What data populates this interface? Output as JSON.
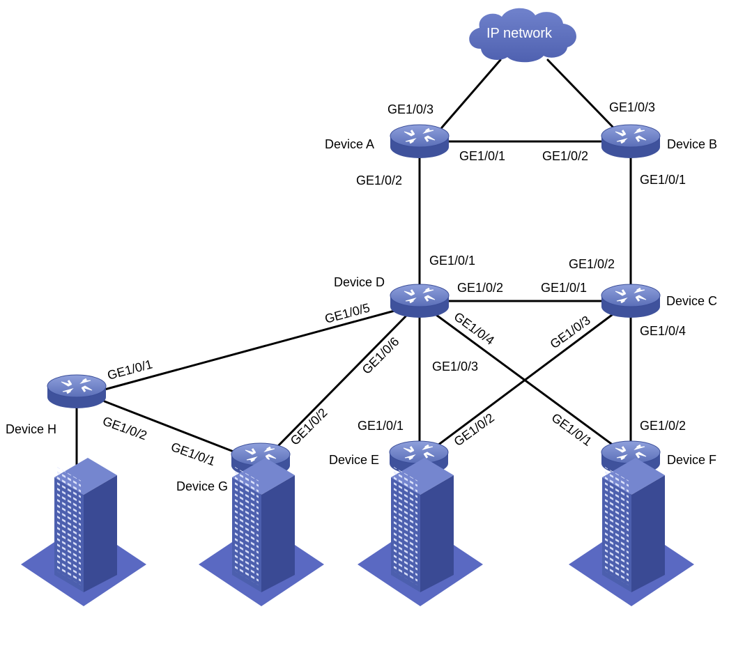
{
  "cloud": {
    "label": "IP network"
  },
  "devices": {
    "a": "Device A",
    "b": "Device B",
    "c": "Device C",
    "d": "Device D",
    "e": "Device E",
    "f": "Device F",
    "g": "Device G",
    "h": "Device H"
  },
  "ports": {
    "a_up": "GE1/0/3",
    "b_up": "GE1/0/3",
    "a_to_b": "GE1/0/1",
    "b_to_a": "GE1/0/2",
    "a_down": "GE1/0/2",
    "b_down": "GE1/0/1",
    "d_up": "GE1/0/1",
    "c_up": "GE1/0/2",
    "d_to_c": "GE1/0/2",
    "c_to_d": "GE1/0/1",
    "d_to_h": "GE1/0/5",
    "d_to_g": "GE1/0/6",
    "d_to_f": "GE1/0/4",
    "d_to_e": "GE1/0/3",
    "c_to_e": "GE1/0/3",
    "c_to_f": "GE1/0/4",
    "h_to_d": "GE1/0/1",
    "h_to_g": "GE1/0/2",
    "g_to_h": "GE1/0/1",
    "g_to_d": "GE1/0/2",
    "e_to_d": "GE1/0/1",
    "e_to_c": "GE1/0/2",
    "f_to_d": "GE1/0/1",
    "f_to_c": "GE1/0/2"
  },
  "colors": {
    "device": "#4f63a8",
    "device_top": "#7b8ccc",
    "cloud": "#5a6cbc",
    "building": "#4d5fb0",
    "ground": "#5a69c2"
  }
}
